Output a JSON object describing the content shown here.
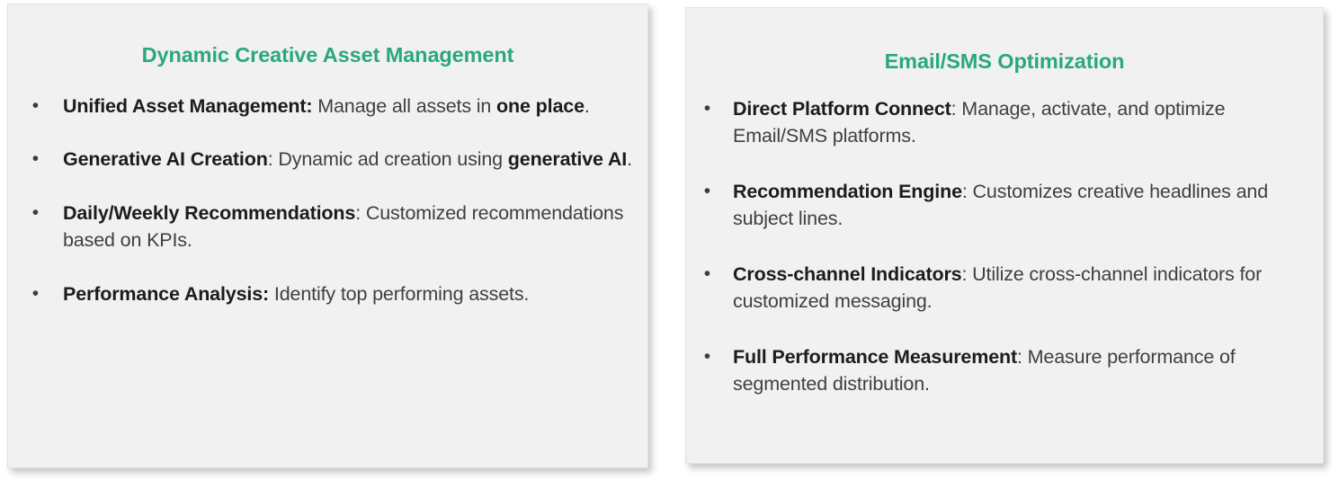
{
  "slide": {
    "background_color": "#ffffff",
    "accent_color": "#2aa87c",
    "card_background": "#f1f1f1",
    "body_text_color": "#3f3f3f"
  },
  "cards": [
    {
      "title": "Dynamic Creative Asset Management",
      "bullets": [
        {
          "marker": "•",
          "lead": "Unified Asset Management:",
          "rest": " Manage all assets in ",
          "strong": "one place",
          "tail": "."
        },
        {
          "marker": "•",
          "lead": "Generative AI Creation",
          "rest": ": Dynamic ad creation using ",
          "strong": "generative AI",
          "tail": "."
        },
        {
          "marker": "•",
          "lead": "Daily/Weekly Recommendations",
          "rest": ": Customized recommendations based on KPIs.",
          "strong": "",
          "tail": ""
        },
        {
          "marker": "•",
          "lead": "Performance Analysis:",
          "rest": " Identify top performing assets.",
          "strong": "",
          "tail": ""
        }
      ]
    },
    {
      "title": "Email/SMS Optimization",
      "bullets": [
        {
          "marker": "•",
          "lead": "Direct Platform Connect",
          "rest": ": Manage, activate, and optimize Email/SMS platforms.",
          "strong": "",
          "tail": ""
        },
        {
          "marker": "•",
          "lead": " Recommendation Engine",
          "rest": ": Customizes creative headlines and subject lines.",
          "strong": "",
          "tail": ""
        },
        {
          "marker": "•",
          "lead": "Cross-channel Indicators",
          "rest": ": Utilize cross-channel indicators for customized messaging.",
          "strong": "",
          "tail": ""
        },
        {
          "marker": "•",
          "lead": "Full Performance Measurement",
          "rest": ": Measure performance of segmented distribution.",
          "strong": "",
          "tail": ""
        }
      ]
    }
  ]
}
